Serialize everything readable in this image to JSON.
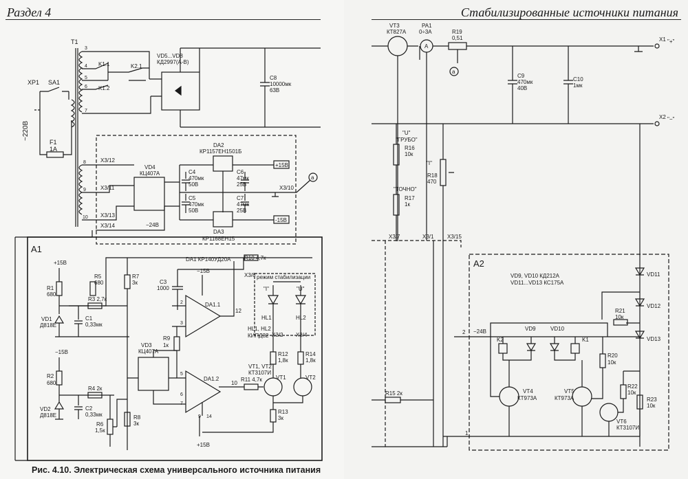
{
  "header": {
    "left": "Раздел 4",
    "right": "Стабилизированные источники питания"
  },
  "caption": "Рис. 4.10. Электрическая схема универсального источника питания",
  "labels": {
    "xp1": "XP1",
    "sa1": "SA1",
    "t1": "T1",
    "v220": "~220В",
    "f1": "F1",
    "f1v": "1А",
    "k11": "K1.1",
    "k12": "K1.2",
    "k21": "K2.1",
    "vd58": "VD5...VD8",
    "vd58v": "КД2997(А-В)",
    "c8": "C8",
    "c8v": "10000мк",
    "c8v2": "63В",
    "da2": "DA2",
    "da2v": "КР1157ЕН1501Б",
    "vd4": "VD4",
    "vd4v": "КЦ407А",
    "c4": "C4",
    "c4v": "470мк",
    "c4v2": "50В",
    "c6": "C6",
    "c6v": "47мк",
    "c6v2": "25В",
    "c5": "C5",
    "c5v": "470мк",
    "c5v2": "50В",
    "c7": "C7",
    "c7v": "47мк",
    "c7v2": "25В",
    "p15": "+15В",
    "m15": "-15В",
    "x310": "X3/10",
    "x312": "X3/12",
    "x311": "X3/11",
    "x313": "X3/13",
    "x314": "X3/14",
    "m24": "−24В",
    "da3": "DA3",
    "da3v": "КР1168ЕН15",
    "a1": "A1",
    "p15b": "+15В",
    "r1": "R1",
    "r1v": "680",
    "vd1": "VD1",
    "vd1v": "Д818Е",
    "r5": "R5",
    "r5v": "680",
    "r7": "R7",
    "r7v": "3к",
    "r3": "R3 2,7к",
    "c1": "C1",
    "c1v": "0,33мк",
    "da1": "DA1 КР140УД20А",
    "r10": "R10 4,7к",
    "c3": "C3",
    "c3v": "1000",
    "m15b": "−15В",
    "da11": "DA1.1",
    "x38": "X3/8",
    "mode": "режим стабилизации",
    "hl1": "HL1",
    "hl2": "HL2",
    "hlv": "HL1, HL2",
    "hlv2": "КИПД32",
    "x32": "X3/2",
    "x34": "X3/4",
    "ltr_i": "\"I\"",
    "ltr_u": "\"U\"",
    "r12": "R12",
    "r12v": "1,8к",
    "r14": "R14",
    "r14v": "1,8к",
    "vt12": "VT1, VT2",
    "vt12v": "КТ3107И",
    "m15c": "−15В",
    "r2": "R2",
    "r2v": "680",
    "vd2": "VD2",
    "vd2v": "Д818Е",
    "r4": "R4 2к",
    "c2": "C2",
    "c2v": "0,33мк",
    "r6": "R6",
    "r6v": "1,5к",
    "r8": "R8",
    "r8v": "3к",
    "r9": "R9",
    "r9v": "1к",
    "vd3": "VD3",
    "vd3v": "КЦ407А",
    "da12": "DA1.2",
    "r11": "R11 4,7к",
    "vt1": "VT1",
    "vt2": "VT2",
    "r13": "R13",
    "r13v": "3к",
    "p15c": "+15В",
    "vt3": "VT3",
    "vt3v": "КТ827А",
    "pa1": "PA1",
    "pa1v": "0÷3A",
    "r19": "R19",
    "r19v": "0,51",
    "x1": "X1",
    "x2": "X2",
    "c9": "C9",
    "c9v": "470мк",
    "c9v2": "40В",
    "c10": "C10",
    "c10v": "1мк",
    "u": "\"U\"",
    "grubo": "\"ГРУБО\"",
    "r16": "R16",
    "r16v": "10к",
    "tochno": "\"ТОЧНО\"",
    "r17": "R17",
    "r17v": "1к",
    "i": "\"I\"",
    "r18": "R18",
    "r18v": "470",
    "x37": "X3/7",
    "x31": "X3/1",
    "x315": "X3/15",
    "a2": "A2",
    "vd910": "VD9, VD10 КД212А",
    "vd1113": "VD11...VD13 КС175А",
    "vd11": "VD11",
    "vd12": "VD12",
    "vd13": "VD13",
    "r21": "R21",
    "r21v": "10к",
    "m24b": "−24В",
    "k2": "K2",
    "k1": "K1",
    "vd9": "VD9",
    "vd10": "VD10",
    "r20": "R20",
    "r20v": "10к",
    "vt4": "VT4",
    "vt4v": "КТ973А",
    "vt5": "VT5",
    "vt5v": "КТ973А",
    "r22": "R22",
    "r22v": "10к",
    "r23": "R23",
    "r23v": "10к",
    "vt6": "VT6",
    "vt6v": "КТ3107И",
    "r15": "R15 2к",
    "pin_a": "a",
    "x1p": "\"+\"",
    "x2m": "\"−\""
  }
}
